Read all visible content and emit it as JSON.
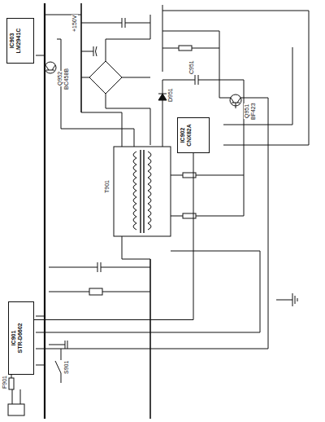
{
  "diagram": {
    "nodes": [
      {
        "text": [
          "IC901",
          "STR-D6602"
        ]
      },
      {
        "text": [
          "IC902",
          "CNX82A"
        ]
      },
      {
        "text": [
          "IC903",
          "LM2941C"
        ]
      }
    ],
    "edges": [
      {
        "from": 1,
        "to": 0,
        "arrow": "none"
      }
    ],
    "labels": [
      "+150V",
      "Q952",
      "BC458B",
      "Q951",
      "BF423",
      "T901",
      "F901",
      "S901",
      "D951",
      "C951"
    ]
  }
}
